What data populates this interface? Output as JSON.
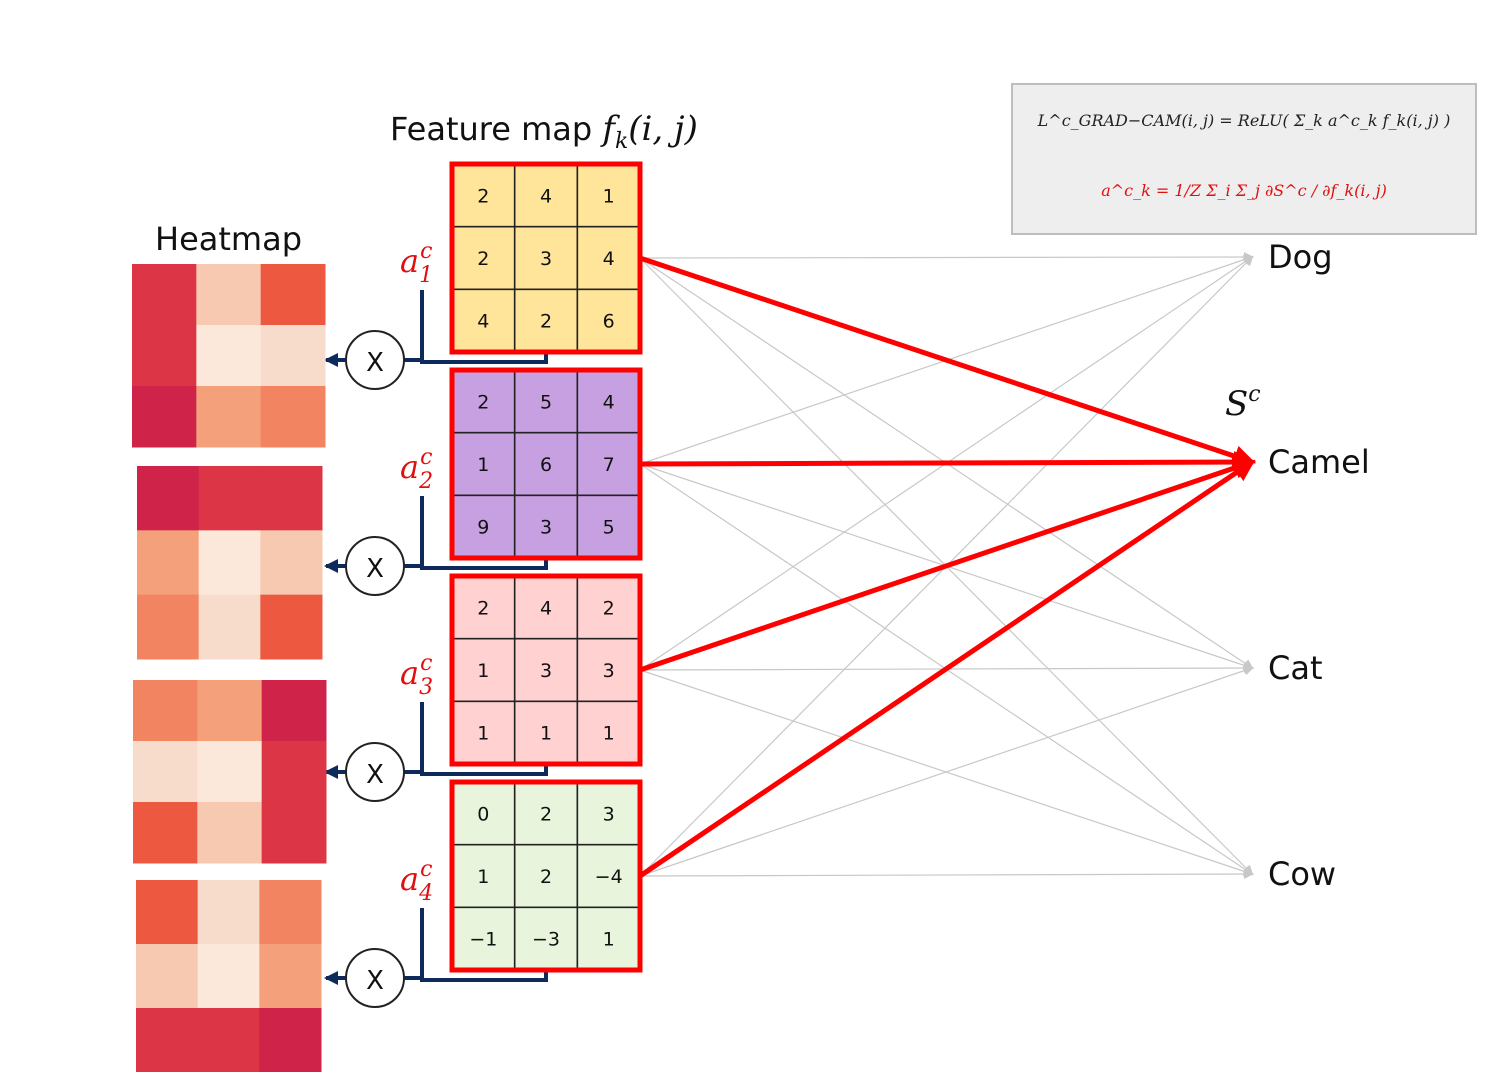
{
  "title": "Feature map f_k(i, j)",
  "heatmap_title": "Heatmap",
  "score_label": "S^c",
  "multiply_symbol": "X",
  "formula": {
    "line1": "L^c_GRAD−CAM(i, j) = ReLU( Σ_k a^c_k f_k(i, j) )",
    "line2": "a^c_k = 1/Z Σ_i Σ_j ∂S^c / ∂f_k(i, j)"
  },
  "classes": [
    "Dog",
    "Camel",
    "Cat",
    "Cow"
  ],
  "highlight_class": "Camel",
  "feature_maps": [
    {
      "weight_label": "a_1^c",
      "fill": "#ffe599",
      "values": [
        [
          "2",
          "4",
          "1"
        ],
        [
          "2",
          "3",
          "4"
        ],
        [
          "4",
          "2",
          "6"
        ]
      ]
    },
    {
      "weight_label": "a_2^c",
      "fill": "#c6a0e0",
      "values": [
        [
          "2",
          "5",
          "4"
        ],
        [
          "1",
          "6",
          "7"
        ],
        [
          "9",
          "3",
          "5"
        ]
      ]
    },
    {
      "weight_label": "a_3^c",
      "fill": "#ffd1d1",
      "values": [
        [
          "2",
          "4",
          "2"
        ],
        [
          "1",
          "3",
          "3"
        ],
        [
          "1",
          "1",
          "1"
        ]
      ]
    },
    {
      "weight_label": "a_4^c",
      "fill": "#e8f5dc",
      "values": [
        [
          "0",
          "2",
          "3"
        ],
        [
          "1",
          "2",
          "−4"
        ],
        [
          "−1",
          "−3",
          "1"
        ]
      ]
    }
  ],
  "heatmaps": [
    [
      [
        "#dc3545",
        "#f6c9b0",
        "#ec5840"
      ],
      [
        "#dc3545",
        "#fbe8da",
        "#f8dccb"
      ],
      [
        "#d0234a",
        "#f4a07a",
        "#f28462"
      ]
    ],
    [
      [
        "#d0234a",
        "#dc3545",
        "#dc3545"
      ],
      [
        "#f4a07a",
        "#fbe8da",
        "#f6c9b0"
      ],
      [
        "#f28462",
        "#f8dccb",
        "#ec5840"
      ]
    ],
    [
      [
        "#f28462",
        "#f4a07a",
        "#d0234a"
      ],
      [
        "#f8dccb",
        "#fbe8da",
        "#dc3545"
      ],
      [
        "#ec5840",
        "#f6c9b0",
        "#dc3545"
      ]
    ],
    [
      [
        "#ec5840",
        "#f8dccb",
        "#f28462"
      ],
      [
        "#f6c9b0",
        "#fbe8da",
        "#f4a07a"
      ],
      [
        "#dc3545",
        "#dc3545",
        "#d0234a"
      ]
    ]
  ],
  "colors": {
    "highlight": "#ff0000",
    "connection": "#c8c8c8",
    "connector": "#0e2a5c",
    "weight_text": "#e01010"
  }
}
